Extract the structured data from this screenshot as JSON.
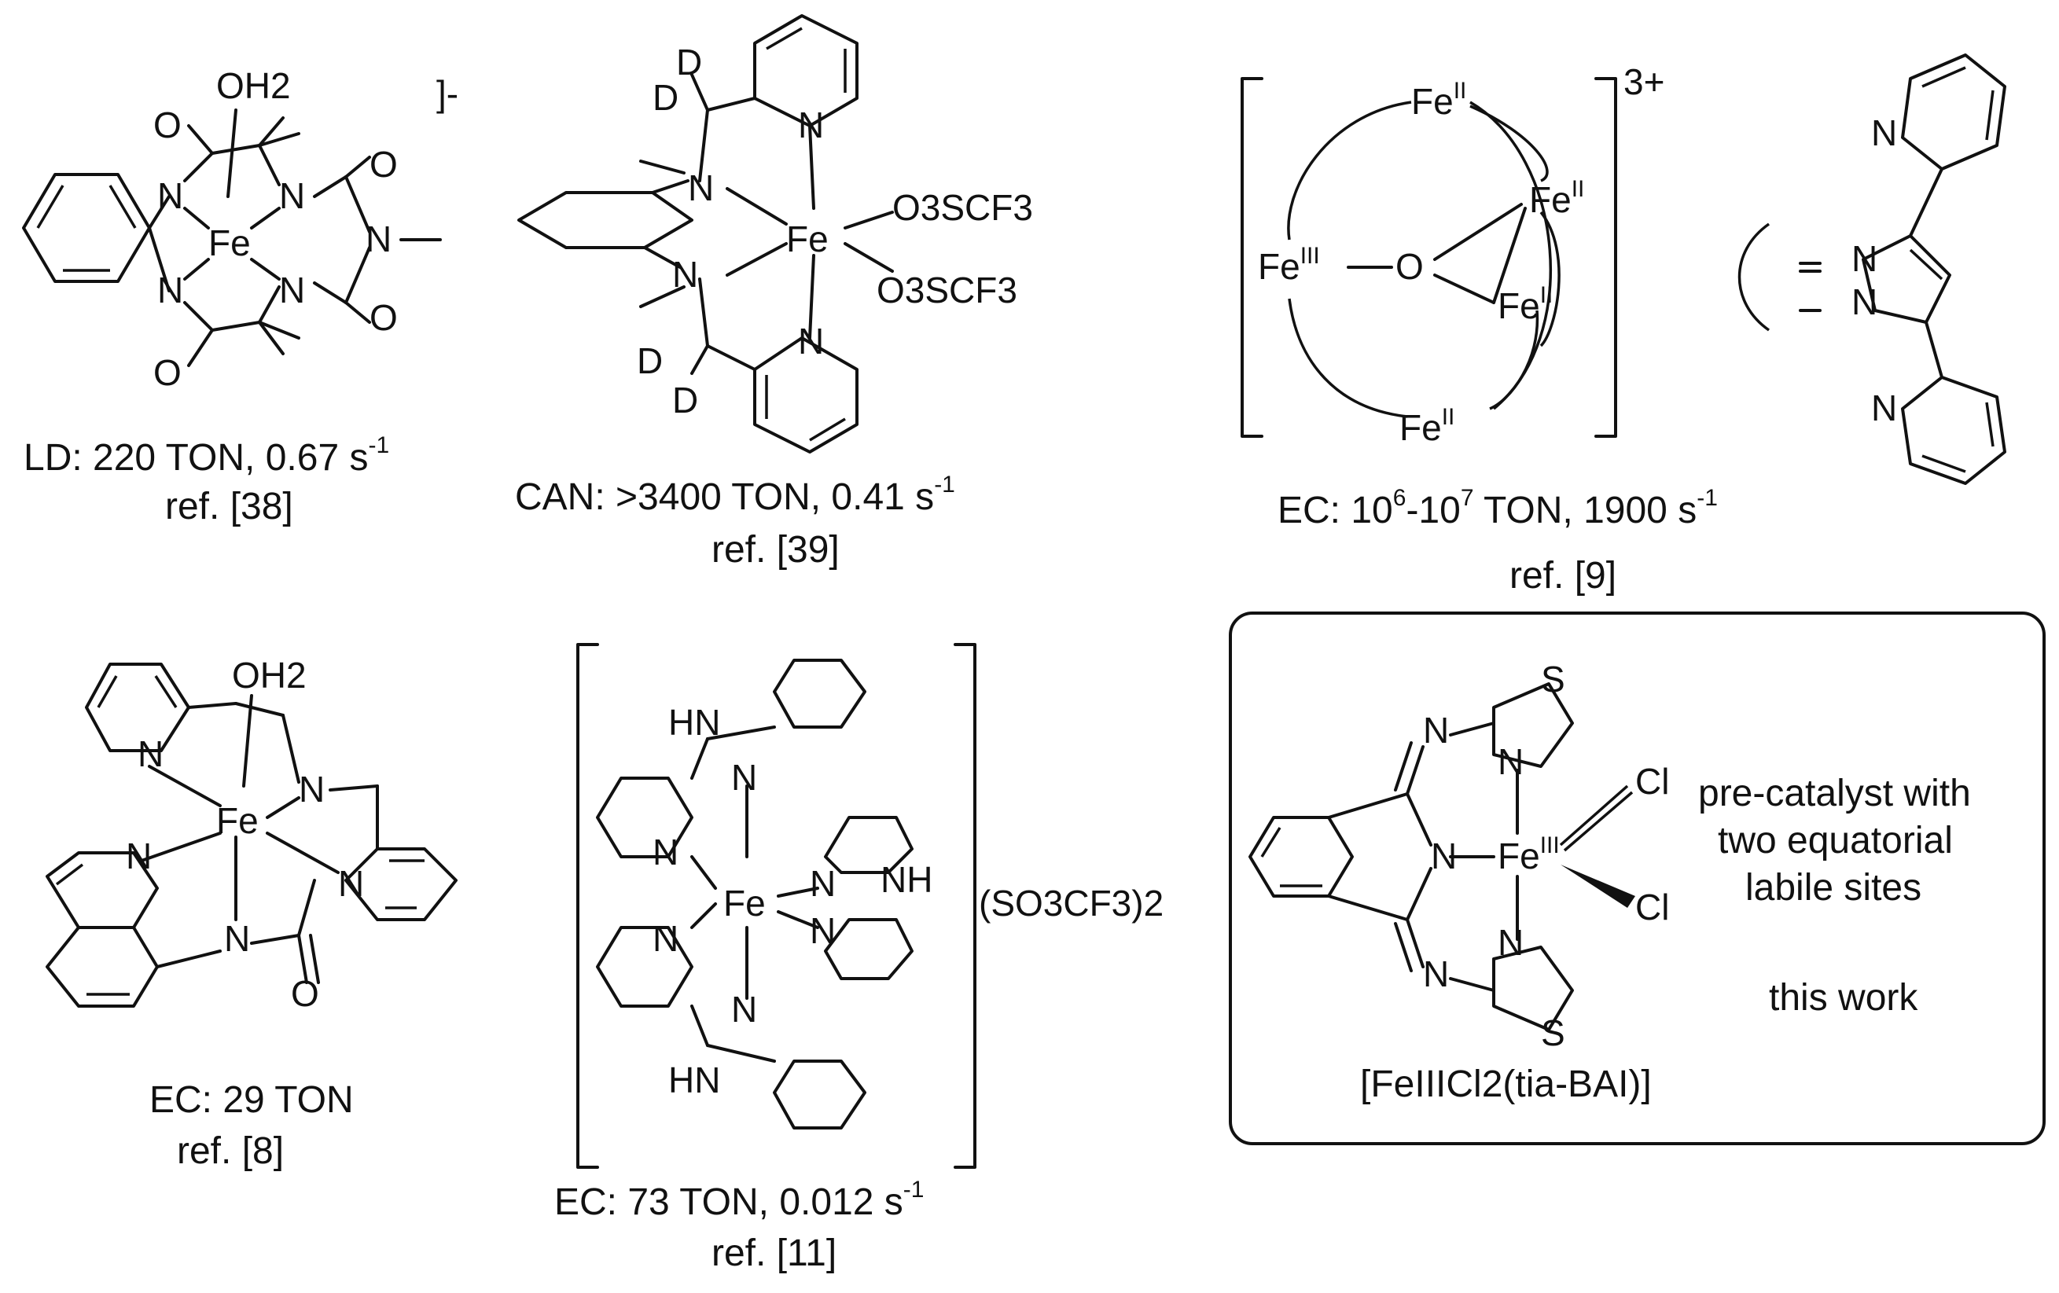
{
  "complexes": [
    {
      "id": "tamL",
      "charge": "]-",
      "atoms": {
        "oh2": "OH2",
        "fe": "Fe",
        "n": "N",
        "o": "O"
      },
      "caption_main": "LD: 220 TON, 0.67 s",
      "caption_sup": "-1",
      "ref": "ref. [38]"
    },
    {
      "id": "mcp",
      "atoms": {
        "d": "D",
        "n": "N",
        "fe": "Fe",
        "otf": "O3SCF3"
      },
      "caption_main": "CAN: >3400 TON, 0.41 s",
      "caption_sup": "-1",
      "ref": "ref. [39]"
    },
    {
      "id": "fe5",
      "charge": "3+",
      "atoms": {
        "fe2": "Fe",
        "fe3": "Fe",
        "sup2": "II",
        "sup3": "III",
        "o": "O",
        "n": "N"
      },
      "caption_main": "EC: 10",
      "caption_sup1": "6",
      "caption_mid": "-10",
      "caption_sup2": "7",
      "caption_tail": " TON, 1900 s",
      "caption_sup3": "-1",
      "ref": "ref. [9]"
    },
    {
      "id": "quin",
      "atoms": {
        "oh2": "OH2",
        "fe": "Fe",
        "n": "N",
        "o": "O"
      },
      "caption_main": "EC: 29 TON",
      "ref": "ref. [8]"
    },
    {
      "id": "bzim",
      "atoms": {
        "hn": "HN",
        "nh": "NH",
        "n": "N",
        "fe": "Fe",
        "counter": "(SO3CF3)2"
      },
      "caption_main": "EC: 73 TON, 0.012 s",
      "caption_sup": "-1",
      "ref": "ref. [11]"
    },
    {
      "id": "thiswork",
      "atoms": {
        "s": "S",
        "n": "N",
        "fe": "Fe",
        "feSup": "III",
        "cl": "Cl"
      },
      "name": "[FeIIICl2(tia-BAI)]",
      "note_lines": [
        "pre-catalyst with",
        "two equatorial",
        "labile sites"
      ],
      "note2": "this work"
    }
  ]
}
